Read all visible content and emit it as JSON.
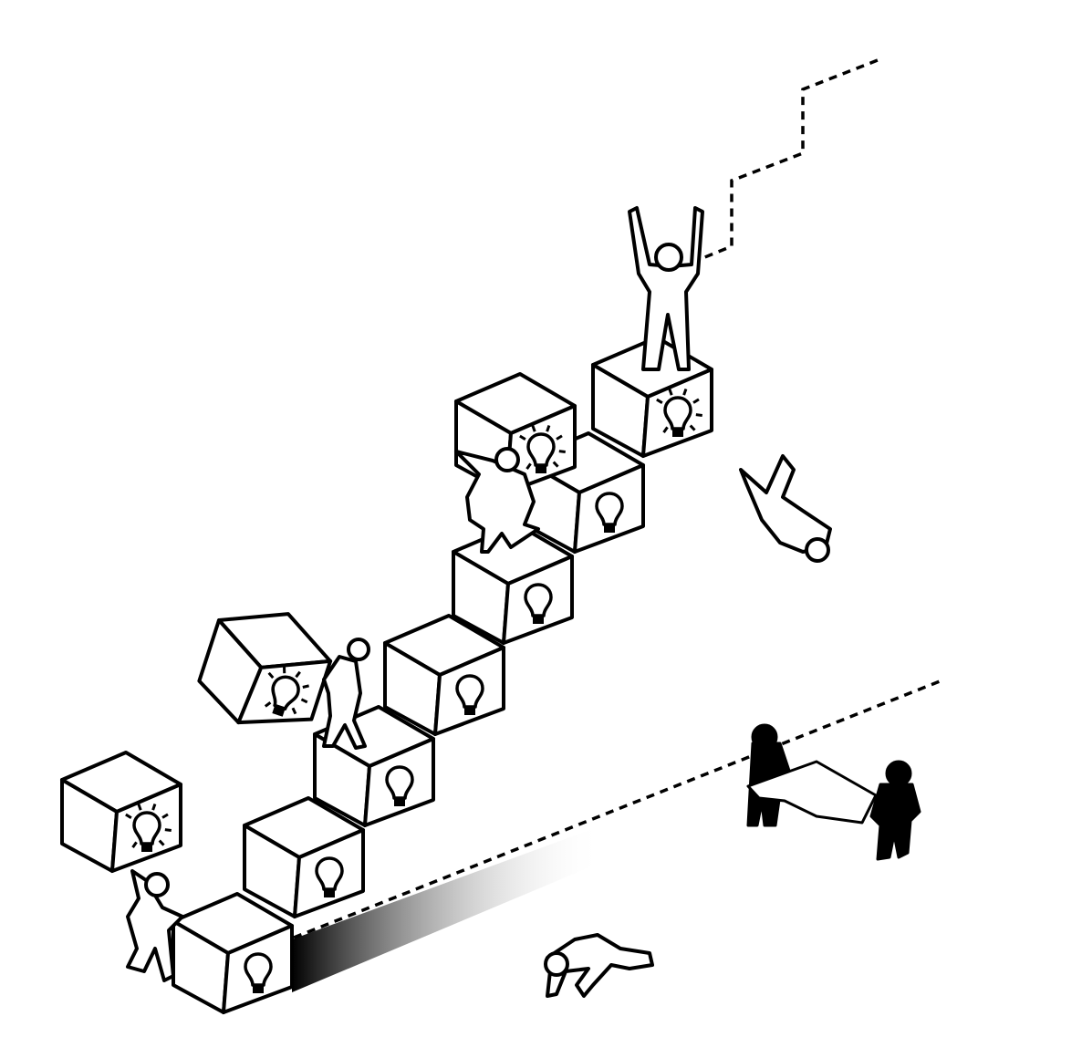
{
  "colors": {
    "stroke": "#000000",
    "background": "#ffffff",
    "shadow_start": "#000000",
    "shadow_end": "#ffffff"
  },
  "scene": {
    "stair_cubes": 7,
    "carried_cubes": 3,
    "figures": 8
  }
}
